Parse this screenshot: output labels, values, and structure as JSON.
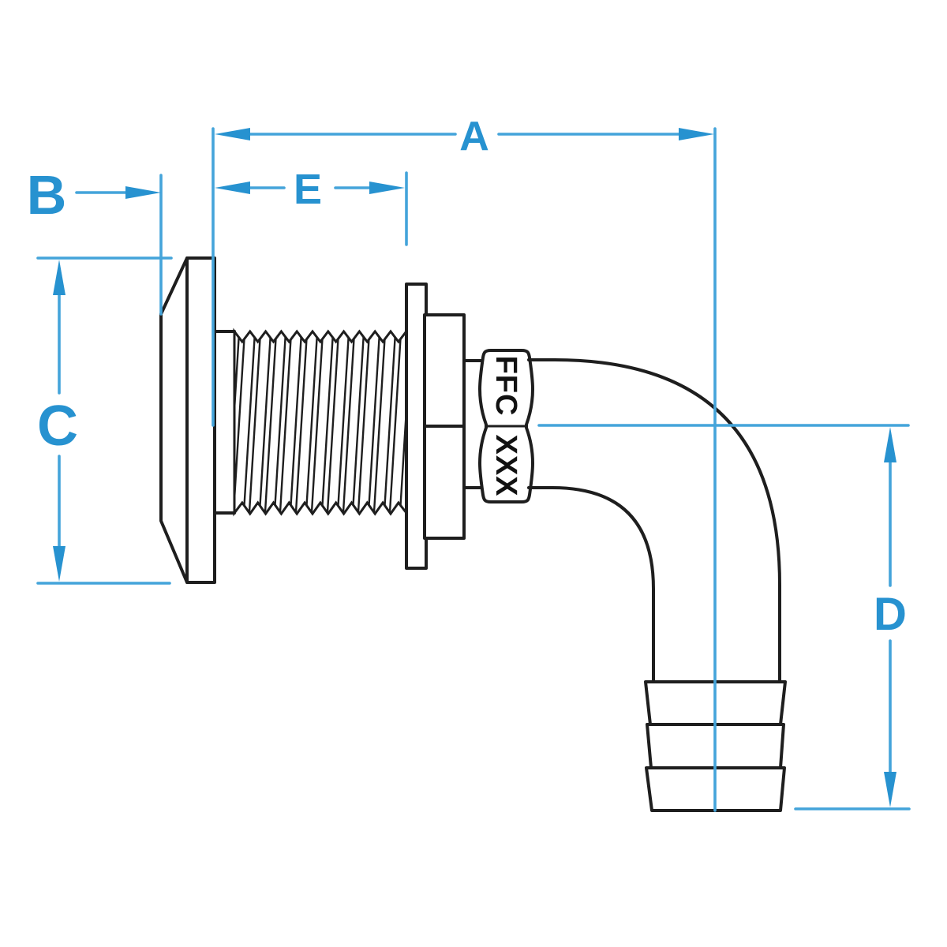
{
  "diagram": {
    "kind": "technical-dimension-drawing",
    "part": "90-degree thru-hull hose barb fitting",
    "dimensions": {
      "a": {
        "label": "A"
      },
      "b": {
        "label": "B"
      },
      "c": {
        "label": "C"
      },
      "d": {
        "label": "D"
      },
      "e": {
        "label": "E"
      }
    },
    "nut_marking": {
      "line1": "FFC",
      "line2": "XXX"
    },
    "colors": {
      "dimension_line": "#44a4da",
      "dimension_label": "#2792d0",
      "drawing_line": "#1e1e1e",
      "background": "#ffffff"
    }
  }
}
